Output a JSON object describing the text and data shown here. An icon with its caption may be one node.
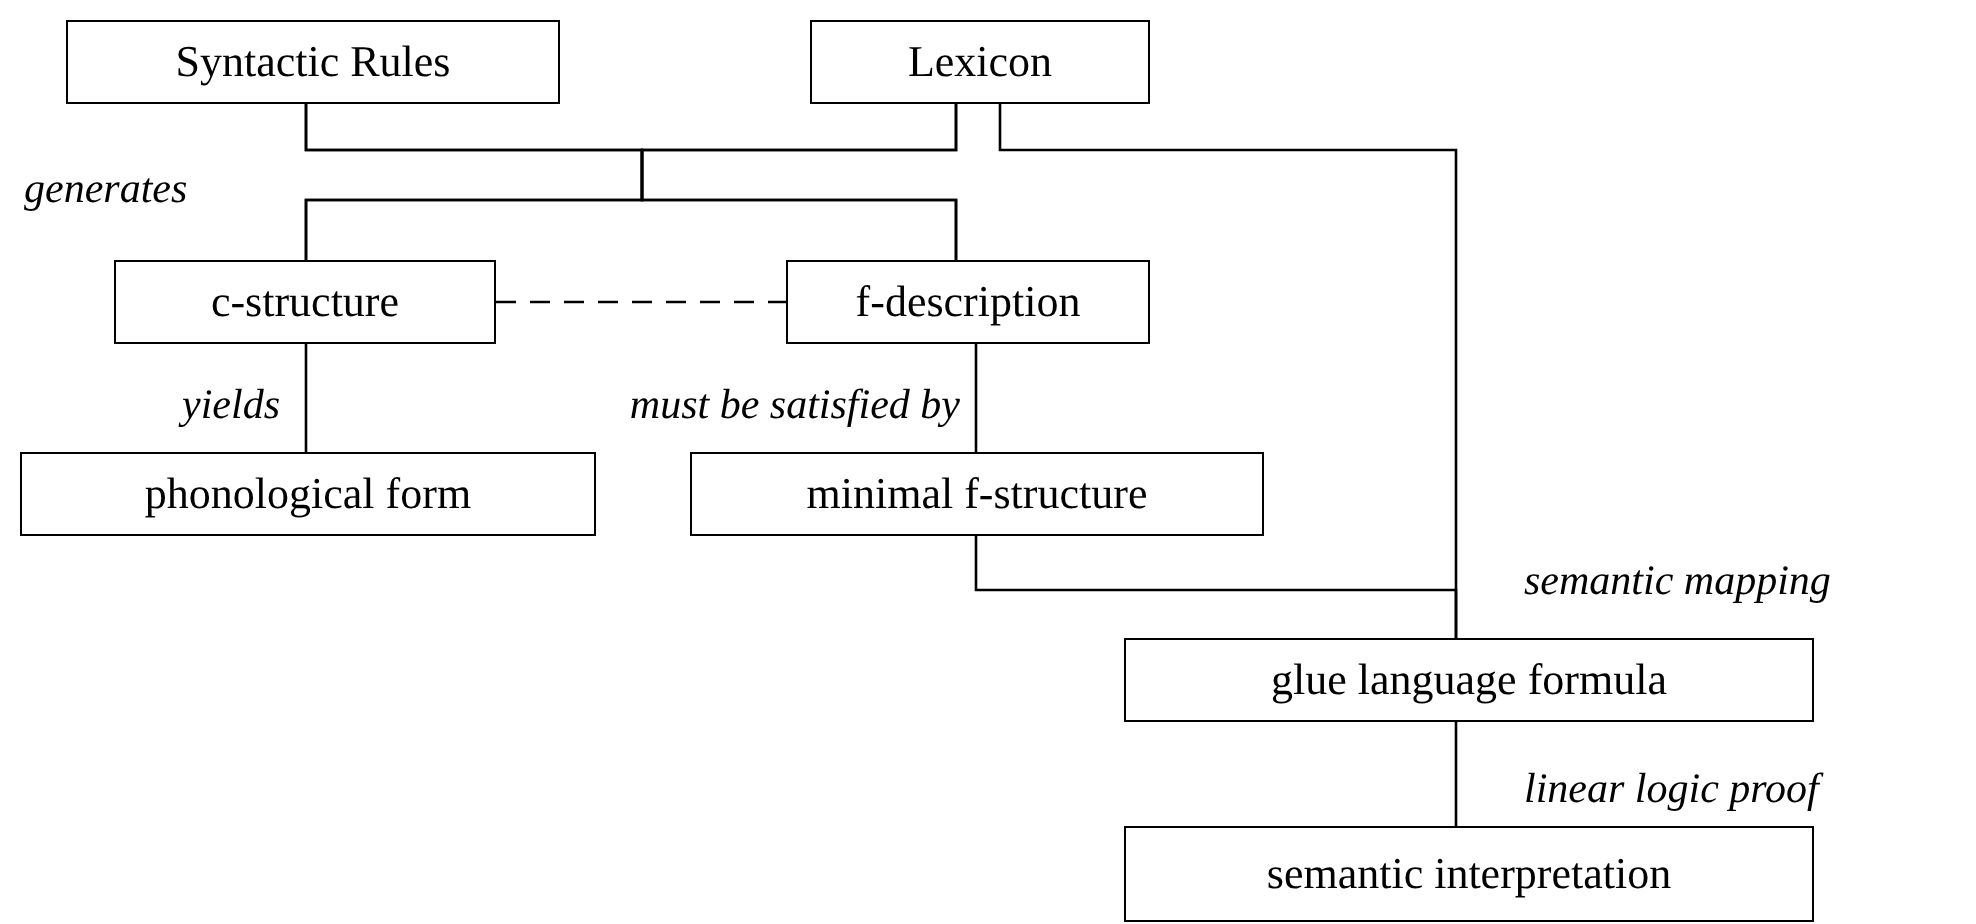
{
  "diagram": {
    "nodes": [
      {
        "text": [
          "Syntactic Rules"
        ]
      },
      {
        "text": [
          "Lexicon"
        ]
      },
      {
        "text": [
          "c-structure"
        ]
      },
      {
        "text": [
          "f-description"
        ]
      },
      {
        "text": [
          "phonological form"
        ]
      },
      {
        "text": [
          "minimal f-structure"
        ]
      },
      {
        "text": [
          "glue language formula"
        ]
      },
      {
        "text": [
          "semantic interpretation"
        ]
      }
    ],
    "edges": [
      {
        "from": 0,
        "to": 2,
        "arrow": "none",
        "label": "generates"
      },
      {
        "from": 0,
        "to": 3,
        "arrow": "none"
      },
      {
        "from": 1,
        "to": 2,
        "arrow": "none"
      },
      {
        "from": 1,
        "to": 3,
        "arrow": "none"
      },
      {
        "from": 2,
        "to": 3,
        "arrow": "none",
        "style": "dashed"
      },
      {
        "from": 2,
        "to": 4,
        "arrow": "none",
        "label": "yields"
      },
      {
        "from": 3,
        "to": 5,
        "arrow": "none",
        "label": "must be satisfied by"
      },
      {
        "from": 1,
        "to": 6,
        "arrow": "none"
      },
      {
        "from": 5,
        "to": 6,
        "arrow": "none",
        "label": "semantic mapping"
      },
      {
        "from": 6,
        "to": 7,
        "arrow": "none",
        "label": "linear logic proof"
      }
    ]
  }
}
